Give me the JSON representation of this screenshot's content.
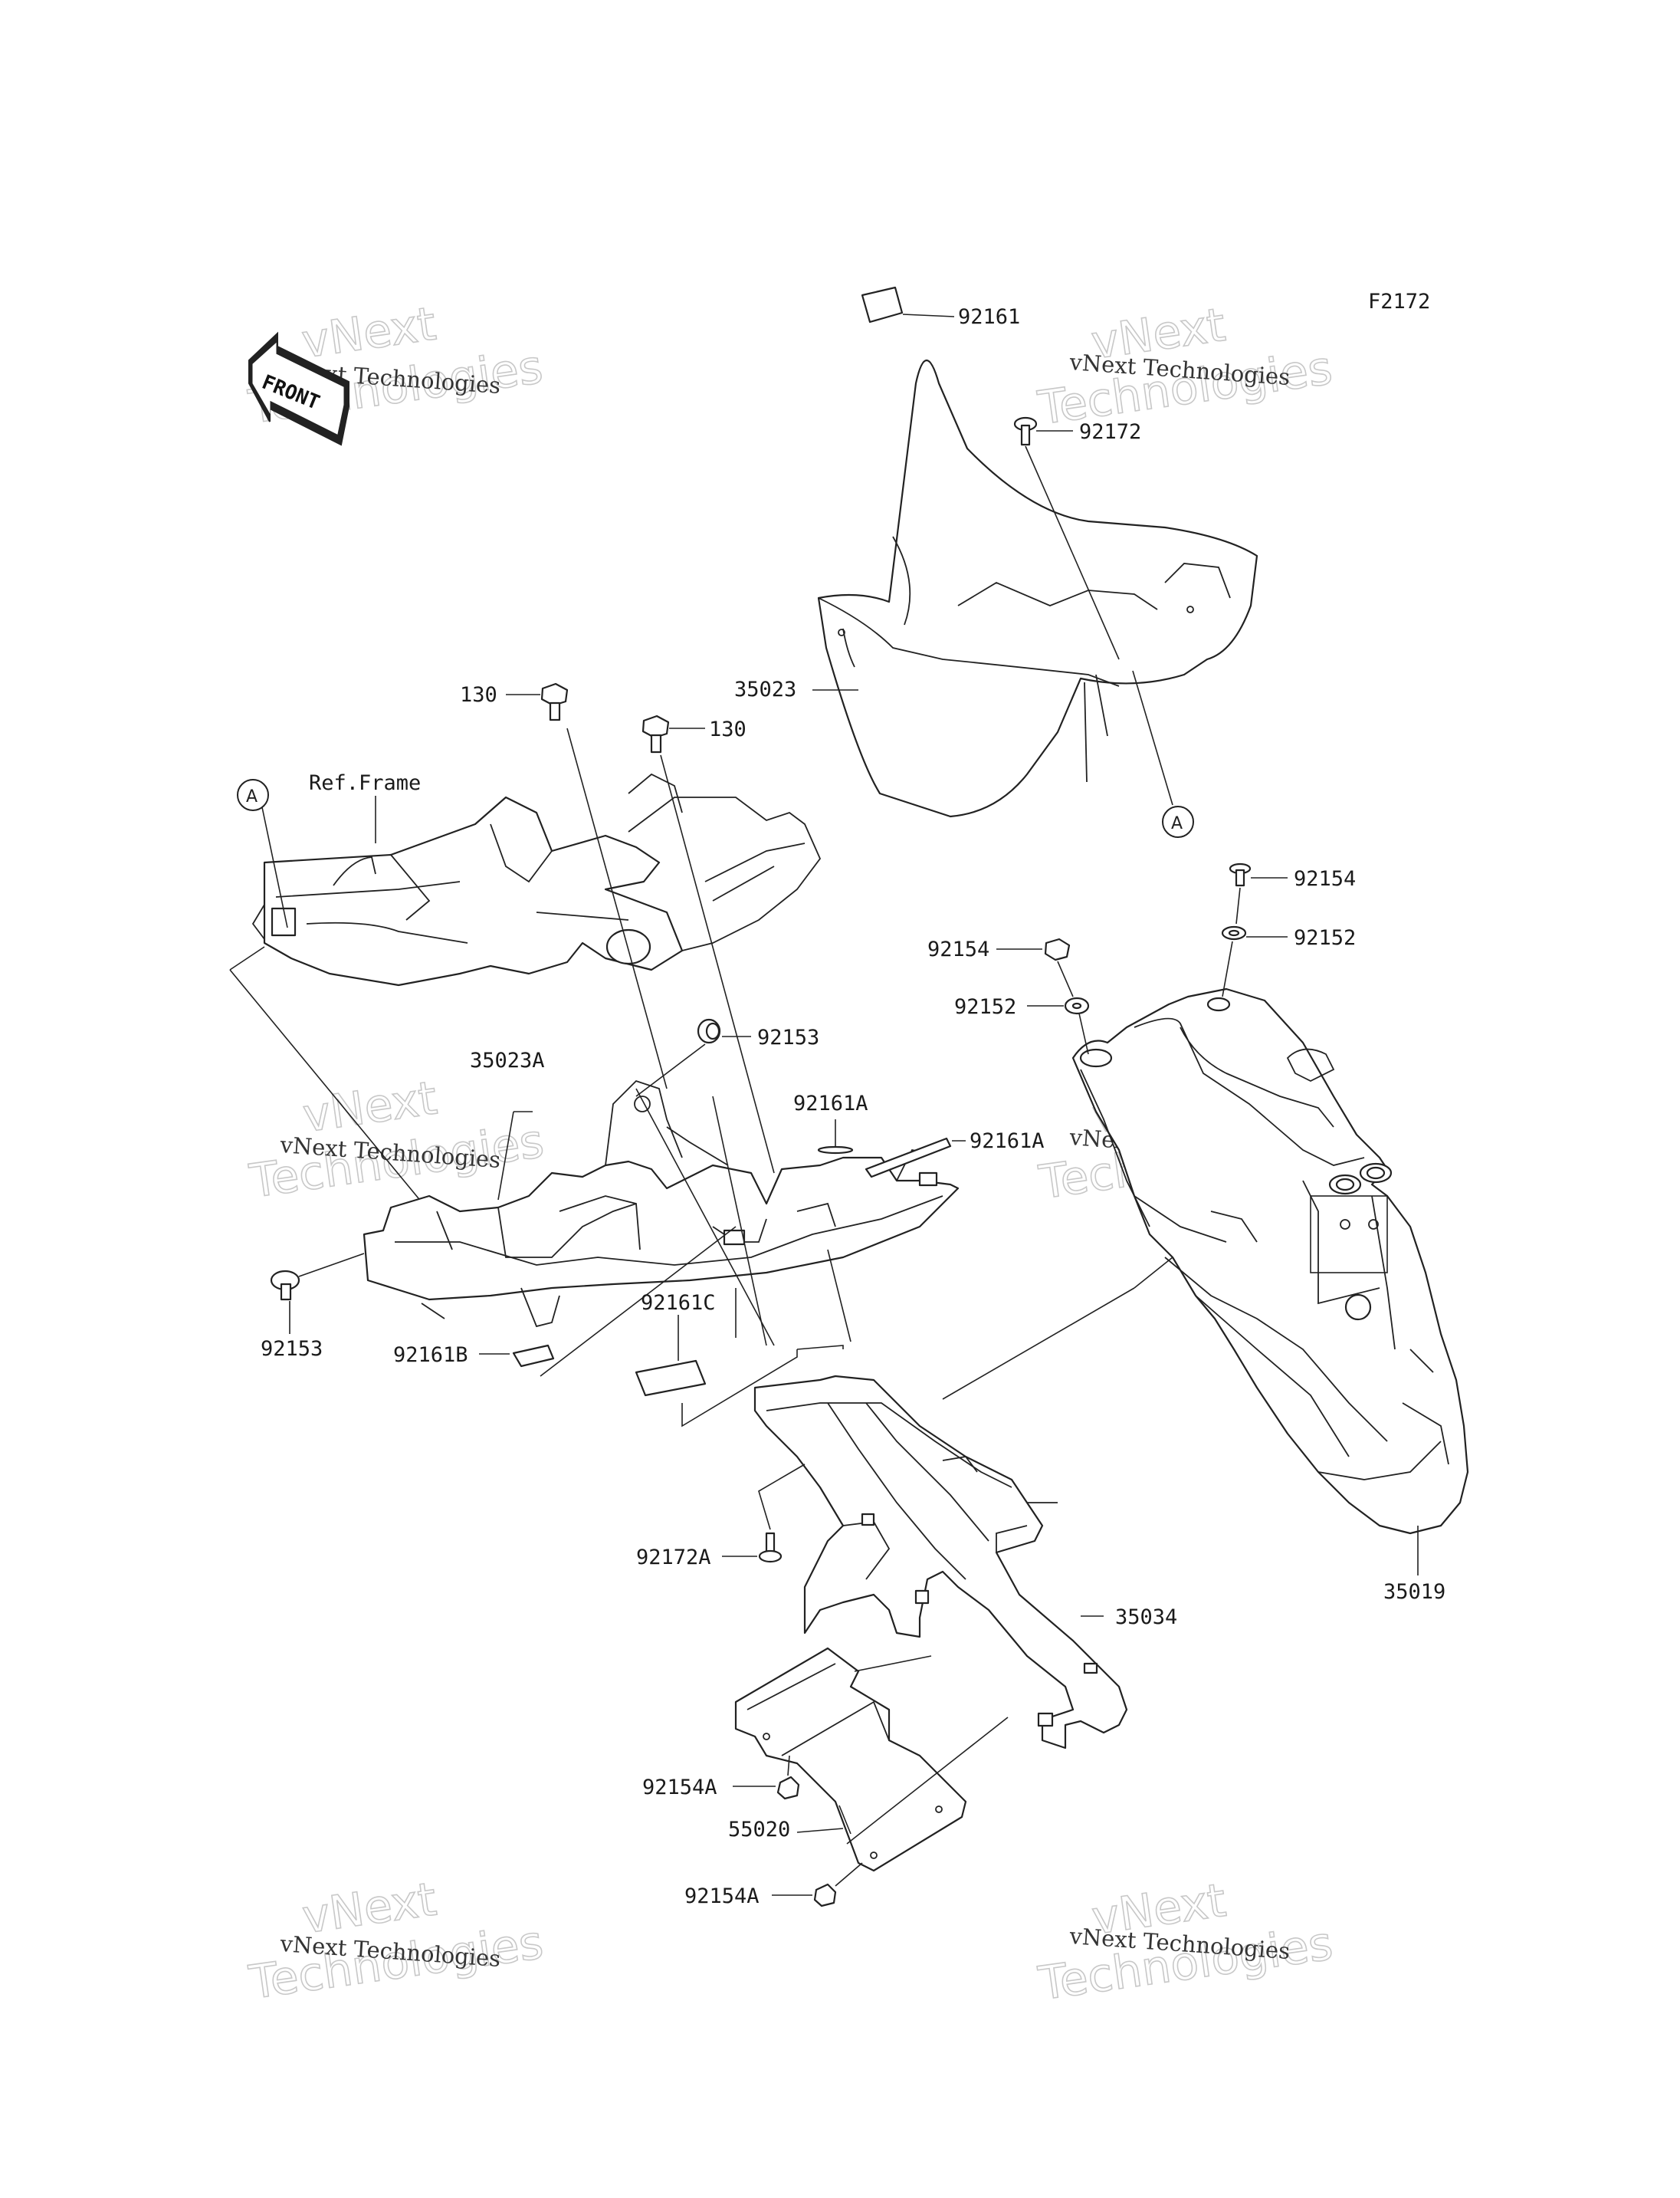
{
  "figure_code": "F2172",
  "front_marker": "FRONT",
  "ref_frame": "Ref.Frame",
  "circle_ref": "A",
  "watermark": {
    "brand_line1": "vNext",
    "brand_line2": "Technologies",
    "brand_small": "vNext Technologies"
  },
  "part_labels": {
    "p92161": "92161",
    "p92172": "92172",
    "p35023": "35023",
    "p130_left": "130",
    "p130_right": "130",
    "p92154_right": "92154",
    "p92152_right": "92152",
    "p92154_mid": "92154",
    "p92152_mid": "92152",
    "p92153_top": "92153",
    "p35023A": "35023A",
    "p92161A_a": "92161A",
    "p92161A_b": "92161A",
    "p92153_left": "92153",
    "p92161B": "92161B",
    "p92161C": "92161C",
    "p92172A": "92172A",
    "p35034": "35034",
    "p35019": "35019",
    "p92154A_a": "92154A",
    "p55020": "55020",
    "p92154A_b": "92154A"
  }
}
